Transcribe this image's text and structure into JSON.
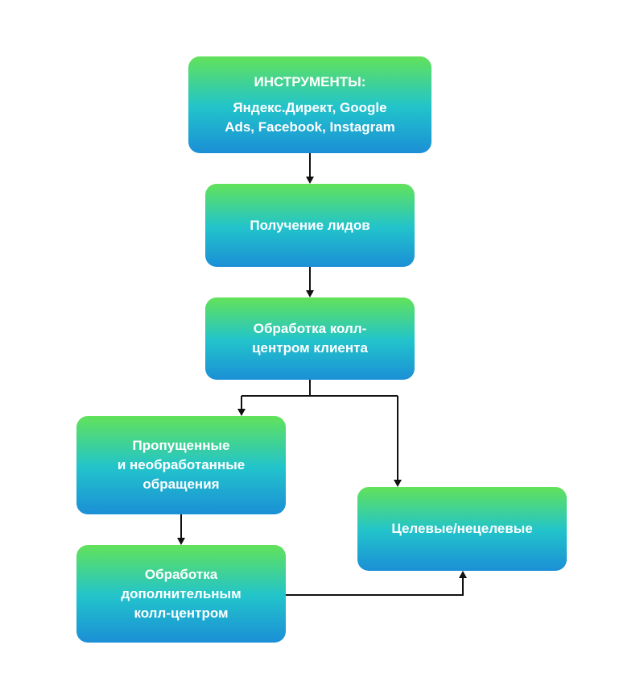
{
  "diagram": {
    "nodes": {
      "tools": {
        "title": "ИНСТРУМЕНТЫ:",
        "lines": [
          "Яндекс.Директ, Google",
          "Ads, Facebook, Instagram"
        ]
      },
      "leads": {
        "lines": [
          "Получение лидов"
        ]
      },
      "callcenter": {
        "lines": [
          "Обработка колл-",
          "центром клиента"
        ]
      },
      "missed": {
        "lines": [
          "Пропущенные",
          "и необработанные",
          "обращения"
        ]
      },
      "extra": {
        "lines": [
          "Обработка",
          "дополнительным",
          "колл-центром"
        ]
      },
      "target": {
        "lines": [
          "Целевые/нецелевые"
        ]
      }
    },
    "colors": {
      "gradient_top": "#62e25a",
      "gradient_mid": "#22c4cb",
      "gradient_bottom": "#1b8fd6",
      "text": "#ffffff",
      "connector": "#111111"
    }
  }
}
